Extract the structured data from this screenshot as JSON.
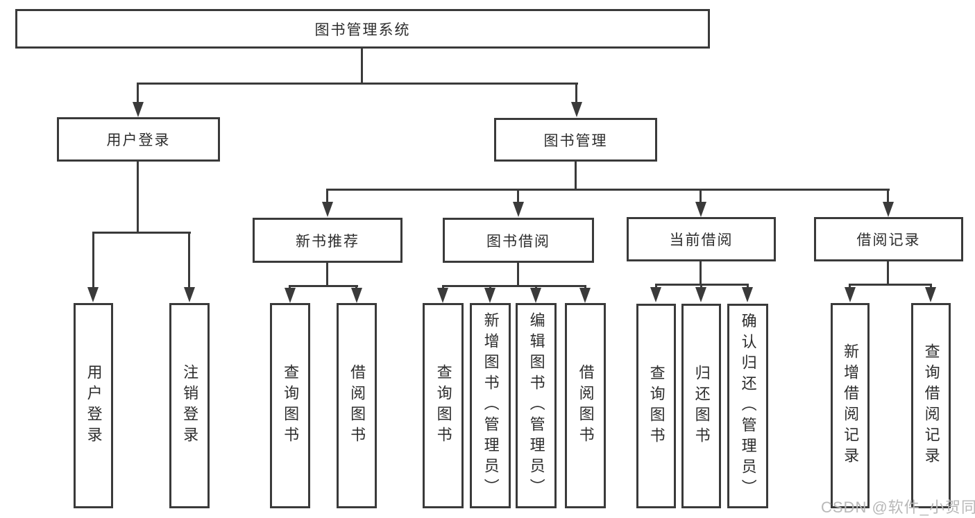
{
  "colors": {
    "line": "#3a3a3a",
    "text": "#2d2d2d",
    "watermark_text": "#b8b8b8",
    "background": "#ffffff"
  },
  "diagram": {
    "root": {
      "label": "图书管理系统"
    },
    "level2": {
      "user_login": {
        "label": "用户登录"
      },
      "book_management": {
        "label": "图书管理"
      }
    },
    "level3": {
      "new_book_recommend": {
        "label": "新书推荐"
      },
      "book_borrow": {
        "label": "图书借阅"
      },
      "current_borrow": {
        "label": "当前借阅"
      },
      "borrow_record": {
        "label": "借阅记录"
      }
    },
    "leaves": {
      "user_login": {
        "label": "用户登录"
      },
      "logout": {
        "label": "注销登录"
      },
      "recommend_query_book": {
        "label": "查询图书"
      },
      "recommend_borrow_book": {
        "label": "借阅图书"
      },
      "borrow_query_book": {
        "label": "查询图书"
      },
      "borrow_add_book": {
        "label": "新增图书（管理员）"
      },
      "borrow_edit_book": {
        "label": "编辑图书（管理员）"
      },
      "borrow_borrow_book": {
        "label": "借阅图书"
      },
      "current_query_book": {
        "label": "查询图书"
      },
      "current_return_book": {
        "label": "归还图书"
      },
      "current_confirm_return": {
        "label": "确认归还（管理员）"
      },
      "record_add": {
        "label": "新增借阅记录"
      },
      "record_query": {
        "label": "查询借阅记录"
      }
    }
  },
  "watermark": "CSDN @软件_小贺同学"
}
